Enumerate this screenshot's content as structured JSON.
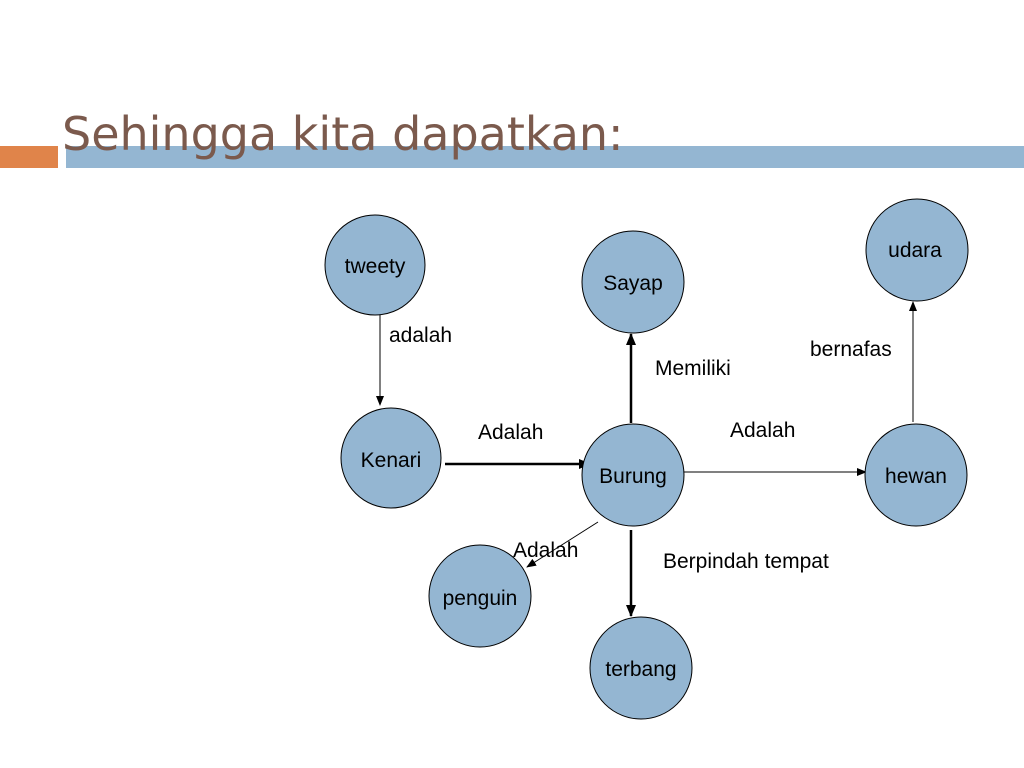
{
  "slide": {
    "title": "Sehingga kita dapatkan:"
  },
  "nodes": {
    "tweety": "tweety",
    "kenari": "Kenari",
    "sayap": "Sayap",
    "burung": "Burung",
    "udara": "udara",
    "hewan": "hewan",
    "penguin": "penguin",
    "terbang": "terbang"
  },
  "edges": {
    "tweety_kenari": "adalah",
    "kenari_burung": "Adalah",
    "burung_sayap": "Memiliki",
    "burung_hewan": "Adalah",
    "hewan_udara": "bernafas",
    "burung_penguin": "Adalah",
    "burung_terbang": "Berpindah tempat"
  },
  "colors": {
    "title": "#7b5a4d",
    "node_fill": "#94b6d2",
    "accent_orange": "#e0844a",
    "accent_blue": "#94b6d2"
  }
}
